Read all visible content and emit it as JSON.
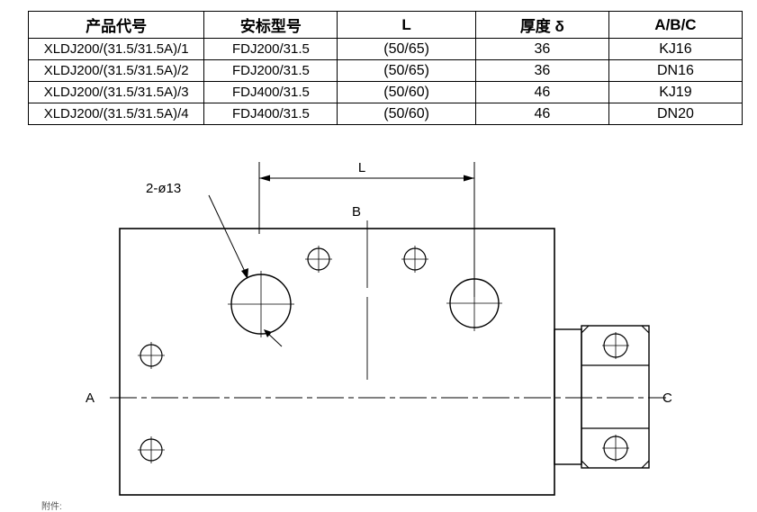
{
  "table": {
    "headers": [
      "产品代号",
      "安标型号",
      "L",
      "厚度 δ",
      "A/B/C"
    ],
    "rows": [
      [
        "XLDJ200/(31.5/31.5A)/1",
        "FDJ200/31.5",
        "(50/65)",
        "36",
        "KJ16"
      ],
      [
        "XLDJ200/(31.5/31.5A)/2",
        "FDJ200/31.5",
        "(50/65)",
        "36",
        "DN16"
      ],
      [
        "XLDJ200/(31.5/31.5A)/3",
        "FDJ400/31.5",
        "(50/60)",
        "46",
        "KJ19"
      ],
      [
        "XLDJ200/(31.5/31.5A)/4",
        "FDJ400/31.5",
        "(50/60)",
        "46",
        "DN20"
      ]
    ]
  },
  "drawing": {
    "dimension_label": "L",
    "hole_note": "2-ø13",
    "marker_a": "A",
    "marker_b": "B",
    "marker_c": "C",
    "footer_note": "附件:",
    "line_color": "#000000",
    "center_line_color": "#000000"
  }
}
